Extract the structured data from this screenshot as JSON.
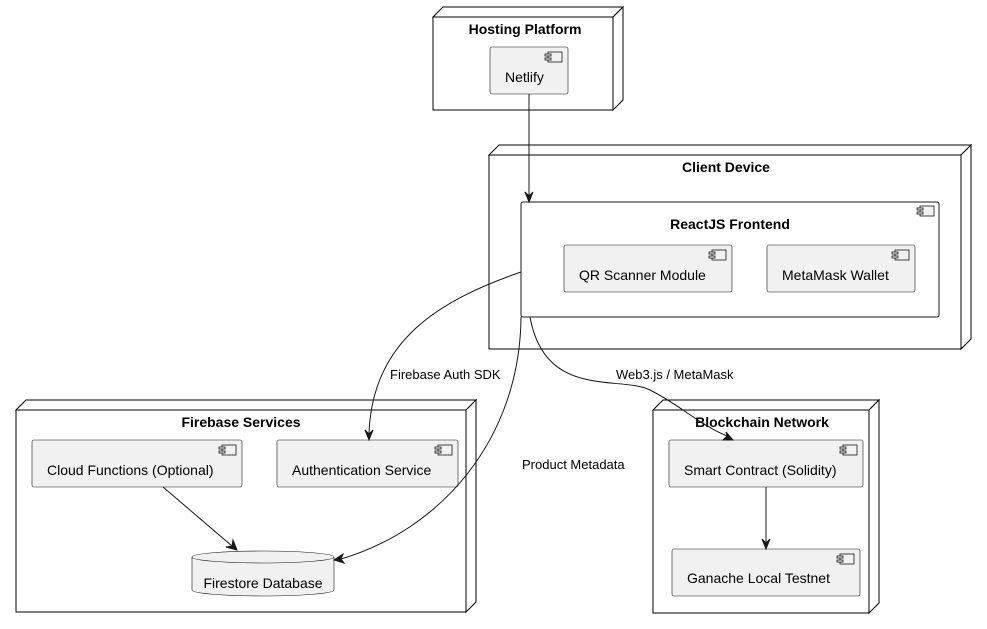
{
  "nodes": {
    "hosting": {
      "title": "Hosting Platform",
      "components": {
        "netlify": "Netlify"
      }
    },
    "client": {
      "title": "Client Device",
      "frontend": {
        "title": "ReactJS Frontend",
        "components": {
          "qr": "QR Scanner Module",
          "metamask": "MetaMask Wallet"
        }
      }
    },
    "firebase": {
      "title": "Firebase Services",
      "components": {
        "cloud_functions": "Cloud Functions (Optional)",
        "auth": "Authentication Service",
        "firestore": "Firestore Database"
      }
    },
    "blockchain": {
      "title": "Blockchain Network",
      "components": {
        "smart_contract": "Smart Contract (Solidity)",
        "ganache": "Ganache Local Testnet"
      }
    }
  },
  "edges": {
    "auth_sdk": "Firebase Auth SDK",
    "web3": "Web3.js / MetaMask",
    "metadata": "Product Metadata"
  }
}
